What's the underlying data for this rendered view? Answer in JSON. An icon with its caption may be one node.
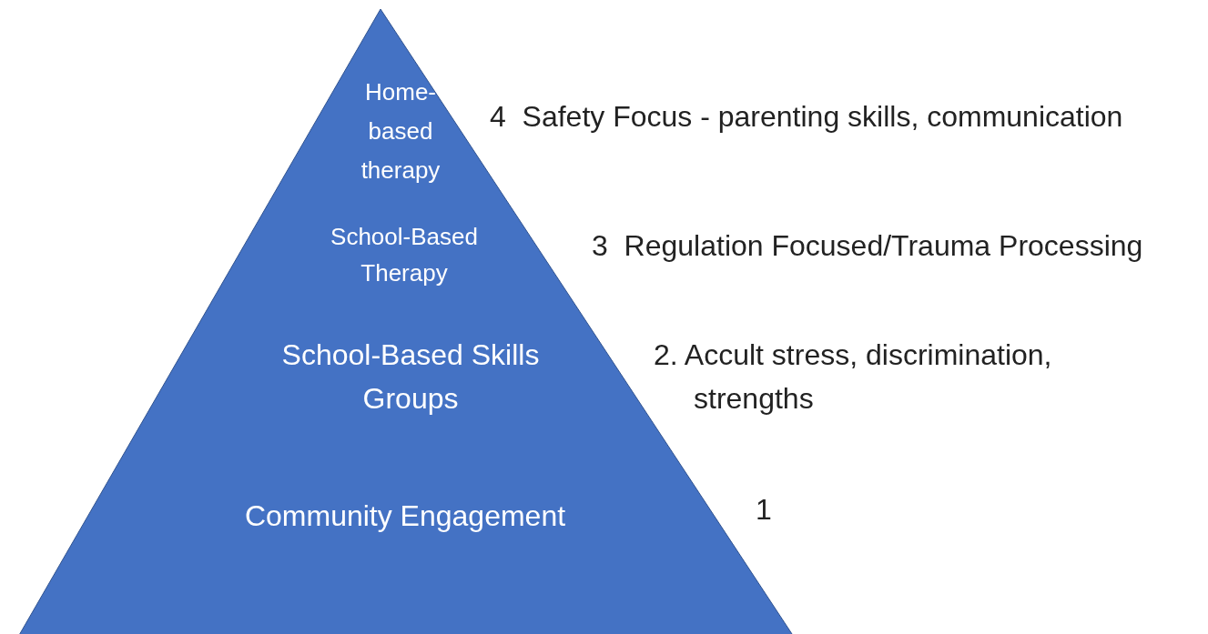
{
  "diagram": {
    "nodes": [
      {
        "text": [
          "Home-based therapy",
          "School-Based Therapy",
          "School-Based Skills Groups",
          "Community Engagement"
        ],
        "beside": [
          "4  Safety Focus - parenting skills, communication",
          "3  Regulation Focused/Trauma Processing",
          "2. Accult stress, discrimination, strengths",
          "1"
        ]
      }
    ]
  }
}
